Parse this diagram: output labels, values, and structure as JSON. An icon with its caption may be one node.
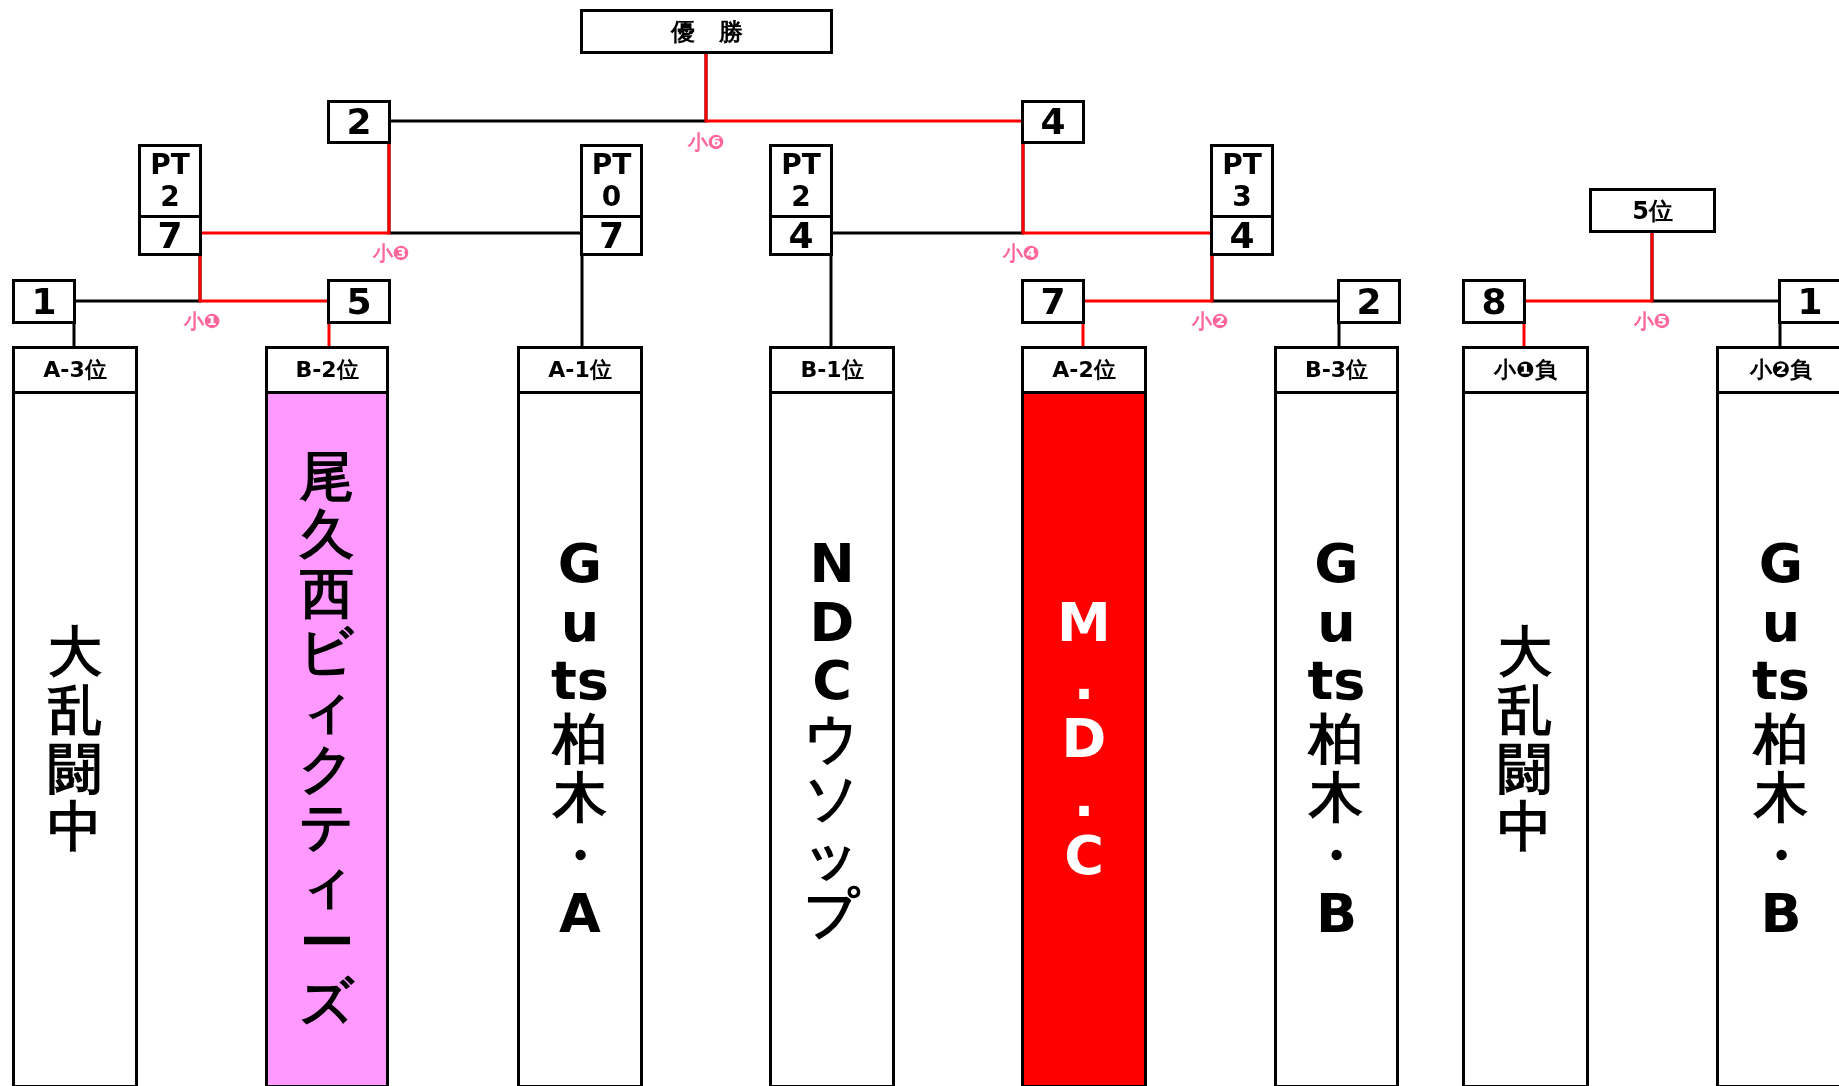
{
  "diagram": {
    "nodes": [
      {
        "text": [
          "優　勝"
        ]
      },
      {
        "text": [
          "2"
        ]
      },
      {
        "text": [
          "4"
        ]
      },
      {
        "text": [
          "PT 2",
          "7"
        ]
      },
      {
        "text": [
          "PT 0",
          "7"
        ]
      },
      {
        "text": [
          "PT 2",
          "4"
        ]
      },
      {
        "text": [
          "PT 3",
          "4"
        ]
      },
      {
        "text": [
          "5位"
        ]
      },
      {
        "text": [
          "1"
        ]
      },
      {
        "text": [
          "5"
        ]
      },
      {
        "text": [
          "7"
        ]
      },
      {
        "text": [
          "2"
        ]
      },
      {
        "text": [
          "8"
        ]
      },
      {
        "text": [
          "1"
        ]
      },
      {
        "text": [
          "A-3位"
        ]
      },
      {
        "text": [
          "B-2位"
        ]
      },
      {
        "text": [
          "A-1位"
        ]
      },
      {
        "text": [
          "B-1位"
        ]
      },
      {
        "text": [
          "A-2位"
        ]
      },
      {
        "text": [
          "B-3位"
        ]
      },
      {
        "text": [
          "小❶負"
        ]
      },
      {
        "text": [
          "小❷負"
        ]
      },
      {
        "text": [
          "大乱闘中"
        ]
      },
      {
        "text": [
          "尾久西ビィクティーズ"
        ]
      },
      {
        "text": [
          "Guts柏木・A"
        ]
      },
      {
        "text": [
          "NDCウソップ"
        ]
      },
      {
        "text": [
          "M. D. C"
        ]
      },
      {
        "text": [
          "Guts柏木・B"
        ]
      },
      {
        "text": [
          "大乱闘中"
        ]
      },
      {
        "text": [
          "Guts柏木・B"
        ]
      }
    ],
    "edges": [
      {
        "from": 8,
        "to": 14,
        "arrow": "none"
      },
      {
        "from": 9,
        "to": 15,
        "arrow": "none",
        "color": "#ff0000"
      },
      {
        "from": 4,
        "to": 16,
        "arrow": "none"
      },
      {
        "from": 5,
        "to": 17,
        "arrow": "none"
      },
      {
        "from": 10,
        "to": 18,
        "arrow": "none",
        "color": "#ff0000"
      },
      {
        "from": 11,
        "to": 19,
        "arrow": "none"
      },
      {
        "from": 12,
        "to": 20,
        "arrow": "none",
        "color": "#ff0000"
      },
      {
        "from": 13,
        "to": 21,
        "arrow": "none"
      },
      {
        "from": 8,
        "to": 3,
        "arrow": "none"
      },
      {
        "from": 9,
        "to": 3,
        "arrow": "none",
        "label": "小❶",
        "color": "#ff0000"
      },
      {
        "from": 3,
        "to": 1,
        "arrow": "none",
        "label": "小❸",
        "color": "#ff0000"
      },
      {
        "from": 4,
        "to": 1,
        "arrow": "none"
      },
      {
        "from": 1,
        "to": 0,
        "arrow": "none"
      },
      {
        "from": 2,
        "to": 0,
        "arrow": "none",
        "label": "小❻",
        "color": "#ff0000"
      },
      {
        "from": 5,
        "to": 2,
        "arrow": "none"
      },
      {
        "from": 6,
        "to": 2,
        "arrow": "none",
        "label": "小❹",
        "color": "#ff0000"
      },
      {
        "from": 10,
        "to": 6,
        "arrow": "none",
        "label": "小❷",
        "color": "#ff0000"
      },
      {
        "from": 11,
        "to": 6,
        "arrow": "none"
      },
      {
        "from": 12,
        "to": 7,
        "arrow": "none",
        "label": "小❺",
        "color": "#ff0000"
      },
      {
        "from": 13,
        "to": 7,
        "arrow": "none"
      }
    ]
  }
}
